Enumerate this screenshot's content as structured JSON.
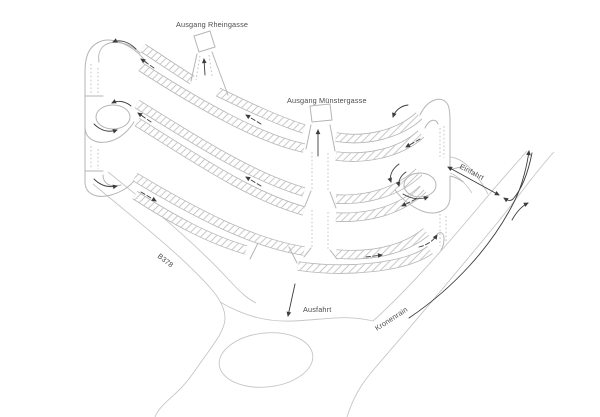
{
  "labels": {
    "exit_rheingasse": "Ausgang Rheingasse",
    "exit_muenstergasse": "Ausgang Münstergasse",
    "entrance": "Einfahrt",
    "exit_drive": "Ausfahrt",
    "street_kronenrain": "Kronenrain",
    "street_b378": "B378"
  },
  "colors": {
    "structure_line": "#b5b5b5",
    "road_line": "#c6c6c6",
    "arrow": "#3c3c3c",
    "label_text": "#4d4d4d",
    "background": "#ffffff"
  }
}
